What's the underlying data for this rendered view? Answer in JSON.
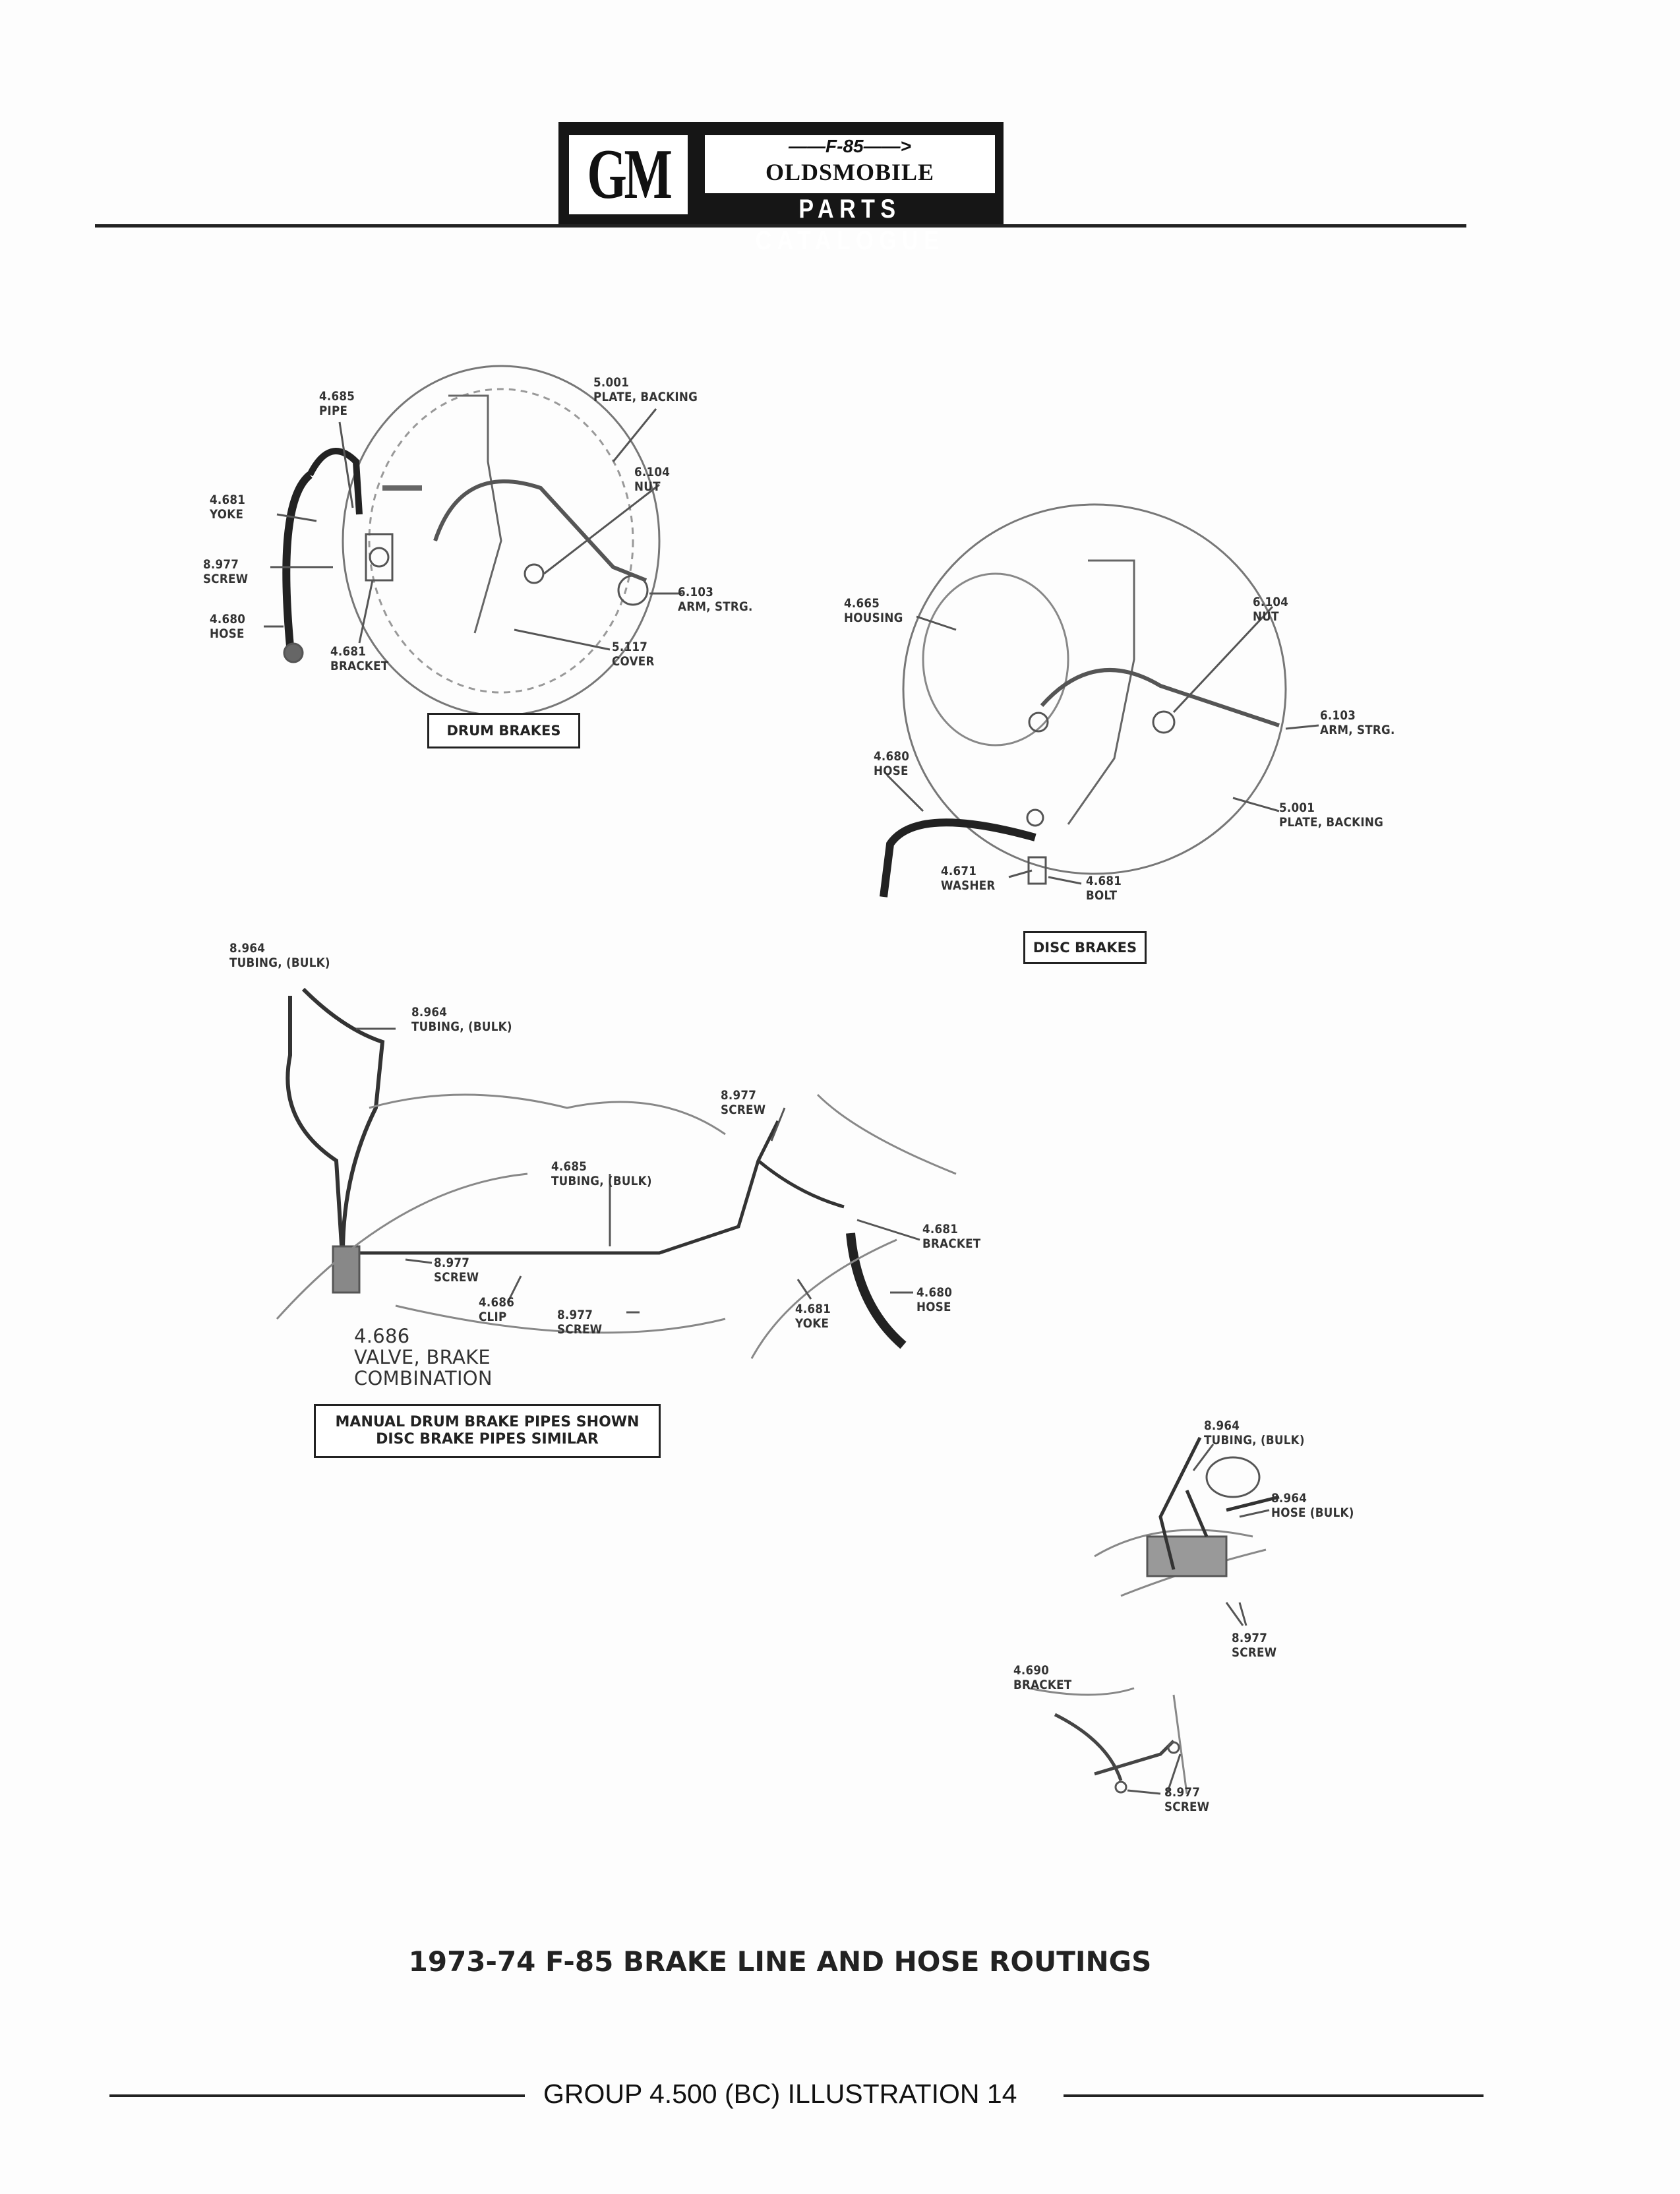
{
  "header": {
    "logo_gm": "GM",
    "logo_model": "F-85",
    "logo_brand": "OLDSMOBILE",
    "logo_subtitle": "PARTS CATALOGUE"
  },
  "drum_brakes": {
    "caption": "DRUM BRAKES",
    "labels": [
      {
        "num": "4.685",
        "name": "PIPE"
      },
      {
        "num": "5.001",
        "name": "PLATE, BACKING"
      },
      {
        "num": "4.681",
        "name": "YOKE"
      },
      {
        "num": "8.977",
        "name": "SCREW"
      },
      {
        "num": "4.680",
        "name": "HOSE"
      },
      {
        "num": "6.104",
        "name": "NUT"
      },
      {
        "num": "6.103",
        "name": "ARM, STRG."
      },
      {
        "num": "4.681",
        "name": "BRACKET"
      },
      {
        "num": "5.117",
        "name": "COVER"
      }
    ]
  },
  "disc_brakes": {
    "caption": "DISC BRAKES",
    "labels": [
      {
        "num": "4.665",
        "name": "HOUSING"
      },
      {
        "num": "6.104",
        "name": "NUT"
      },
      {
        "num": "6.103",
        "name": "ARM, STRG."
      },
      {
        "num": "4.680",
        "name": "HOSE"
      },
      {
        "num": "5.001",
        "name": "PLATE, BACKING"
      },
      {
        "num": "4.671",
        "name": "WASHER"
      },
      {
        "num": "4.681",
        "name": "BOLT"
      }
    ]
  },
  "brake_pipes": {
    "caption_line1": "MANUAL DRUM BRAKE PIPES SHOWN",
    "caption_line2": "DISC BRAKE PIPES SIMILAR",
    "labels": [
      {
        "num": "8.964",
        "name": "TUBING, (BULK)"
      },
      {
        "num": "8.964",
        "name": "TUBING, (BULK)"
      },
      {
        "num": "8.977",
        "name": "SCREW"
      },
      {
        "num": "4.685",
        "name": "TUBING, (BULK)"
      },
      {
        "num": "4.681",
        "name": "BRACKET"
      },
      {
        "num": "8.977",
        "name": "SCREW"
      },
      {
        "num": "4.686",
        "name": "CLIP"
      },
      {
        "num": "8.977",
        "name": "SCREW"
      },
      {
        "num": "4.680",
        "name": "HOSE"
      },
      {
        "num": "4.681",
        "name": "YOKE"
      }
    ],
    "valve": {
      "num": "4.686",
      "line1": "VALVE, BRAKE",
      "line2": "COMBINATION"
    }
  },
  "master_cylinder": {
    "labels": [
      {
        "num": "8.964",
        "name": "TUBING, (BULK)"
      },
      {
        "num": "8.964",
        "name": "HOSE (BULK)"
      },
      {
        "num": "8.977",
        "name": "SCREW"
      }
    ]
  },
  "bracket_detail": {
    "labels": [
      {
        "num": "4.690",
        "name": "BRACKET"
      },
      {
        "num": "8.977",
        "name": "SCREW"
      }
    ]
  },
  "title": "1973-74 F-85 BRAKE LINE AND HOSE ROUTINGS",
  "footer": "GROUP 4.500 (BC) ILLUSTRATION 14"
}
